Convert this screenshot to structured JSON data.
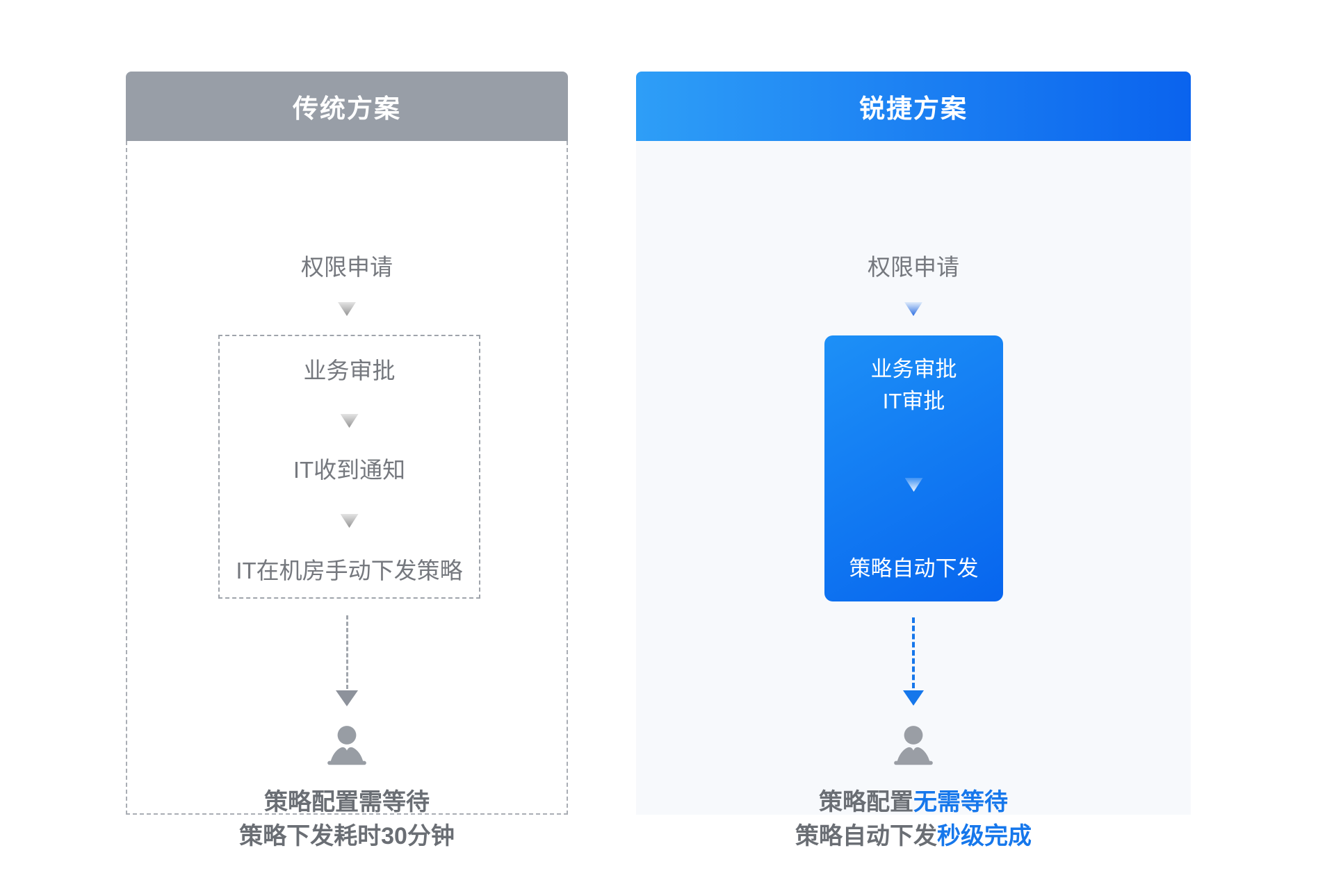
{
  "colors": {
    "traditional_header_bg": "#989EA7",
    "ruijie_header_gradient_start": "#2E9EF7",
    "ruijie_header_gradient_end": "#0A63EE",
    "ruijie_box_gradient_start": "#1D90F7",
    "ruijie_box_gradient_end": "#0765EE",
    "accent_blue": "#1677EB",
    "flow_text_gray": "#75787E",
    "result_text_gray": "#6A6E74"
  },
  "traditional": {
    "title": "传统方案",
    "step_request": "权限申请",
    "box_steps": [
      "业务审批",
      "IT收到通知",
      "IT在机房手动下发策略"
    ],
    "result_line1": "策略配置需等待",
    "result_line2": "策略下发耗时30分钟"
  },
  "ruijie": {
    "title": "锐捷方案",
    "step_request": "权限申请",
    "box_line1": "业务审批",
    "box_line2": "IT审批",
    "box_line3": "策略自动下发",
    "result_line1_prefix": "策略配置",
    "result_line1_highlight": "无需等待",
    "result_line2_prefix": "策略自动下发",
    "result_line2_highlight": "秒级完成"
  }
}
